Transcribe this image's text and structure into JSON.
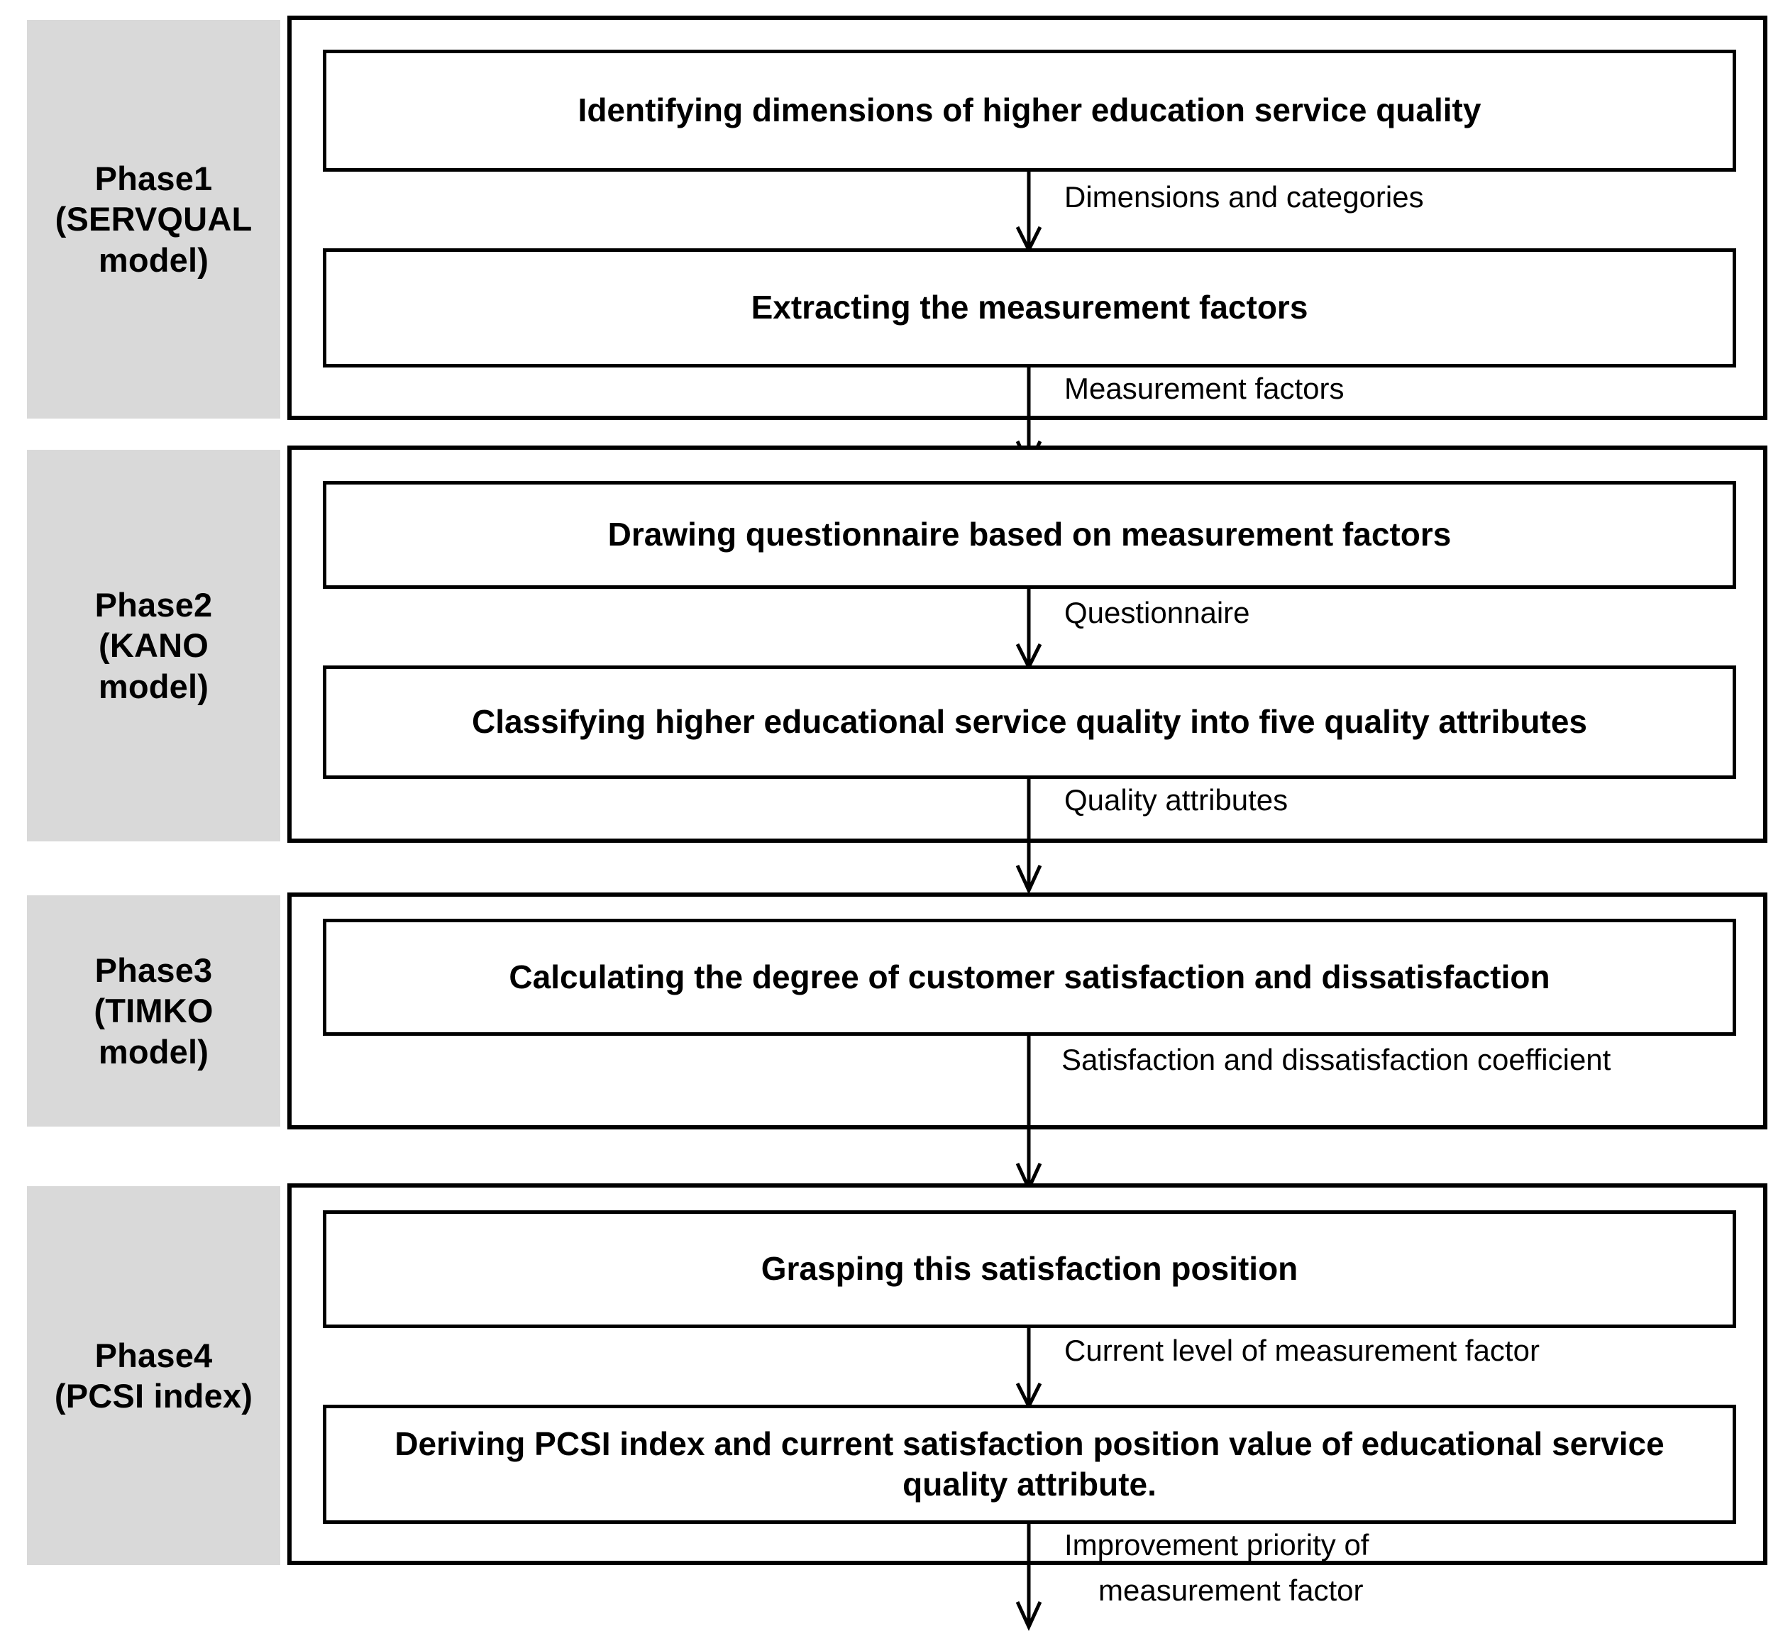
{
  "diagram": {
    "title": "Four-phase higher education service quality research framework",
    "accent_gray": "#d9d9d9",
    "line_color": "#000000",
    "background": "#ffffff",
    "phases": [
      {
        "id": "phase1",
        "label": "Phase1\n(SERVQUAL\nmodel)",
        "label_line1": "Phase1",
        "label_line2": "(SERVQUAL",
        "label_line3": "model)",
        "steps": [
          {
            "id": "p1-s1",
            "text": "Identifying dimensions of higher education service quality"
          },
          {
            "id": "p1-s2",
            "text": "Extracting the measurement factors"
          }
        ],
        "internal_edge_label": "Dimensions and categories",
        "outgoing_edge_label": "Measurement factors"
      },
      {
        "id": "phase2",
        "label": "Phase2\n(KANO\nmodel)",
        "label_line1": "Phase2",
        "label_line2": "(KANO",
        "label_line3": "model)",
        "steps": [
          {
            "id": "p2-s1",
            "text": "Drawing questionnaire based on measurement factors"
          },
          {
            "id": "p2-s2",
            "text": "Classifying higher educational service quality into five quality attributes"
          }
        ],
        "internal_edge_label": "Questionnaire",
        "outgoing_edge_label": "Quality attributes"
      },
      {
        "id": "phase3",
        "label": "Phase3\n(TIMKO\nmodel)",
        "label_line1": "Phase3",
        "label_line2": "(TIMKO",
        "label_line3": "model)",
        "steps": [
          {
            "id": "p3-s1",
            "text": "Calculating the degree of customer satisfaction and dissatisfaction"
          }
        ],
        "internal_edge_label": "",
        "outgoing_edge_label": "Satisfaction and dissatisfaction coefficient"
      },
      {
        "id": "phase4",
        "label": "Phase4\n(PCSI index)",
        "label_line1": "Phase4",
        "label_line2": "(PCSI index)",
        "label_line3": "",
        "steps": [
          {
            "id": "p4-s1",
            "text": "Grasping this satisfaction position"
          },
          {
            "id": "p4-s2",
            "text": "Deriving PCSI index and current satisfaction position value of educational service quality attribute."
          }
        ],
        "internal_edge_label": "Current level of measurement factor",
        "outgoing_edge_label_line1": "Improvement priority of",
        "outgoing_edge_label_line2": "measurement factor"
      }
    ]
  }
}
